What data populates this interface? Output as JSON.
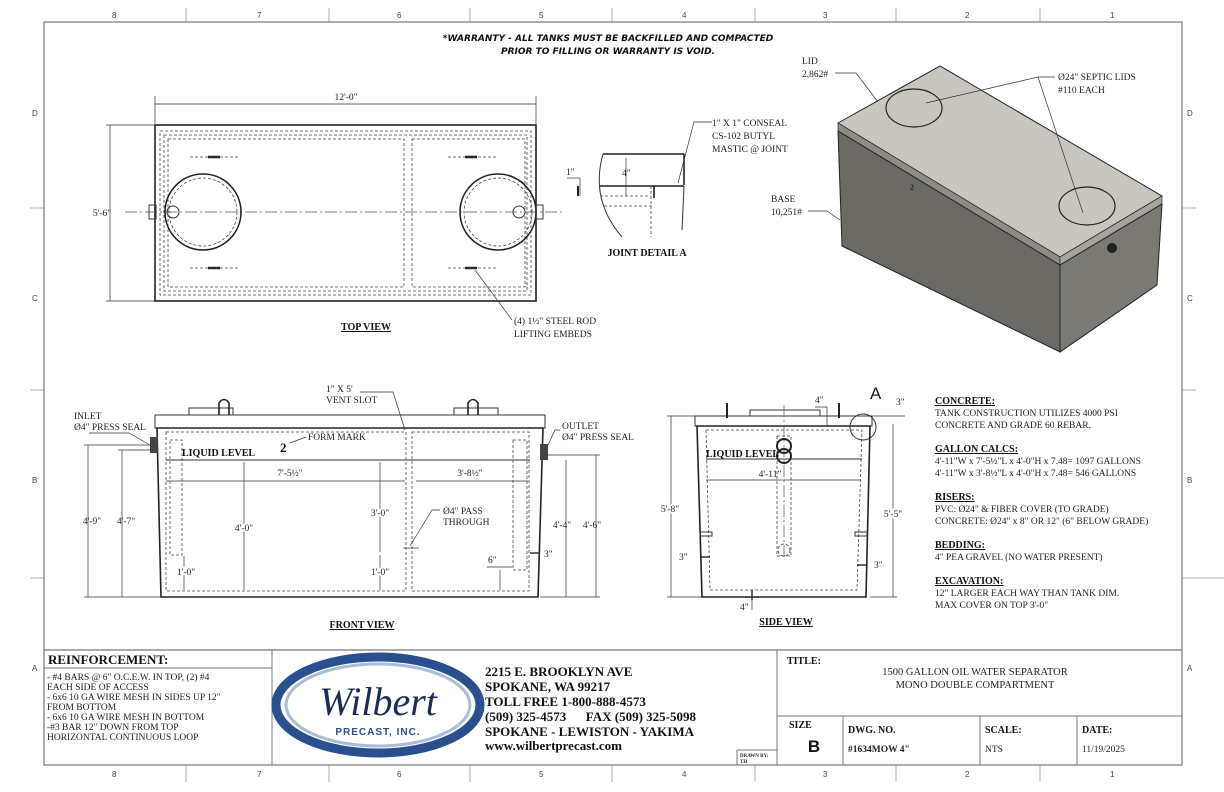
{
  "grid": {
    "columns": [
      "8",
      "7",
      "6",
      "5",
      "4",
      "3",
      "2",
      "1"
    ],
    "rows": [
      "D",
      "C",
      "B",
      "A"
    ]
  },
  "warranty": [
    "*WARRANTY - ALL TANKS MUST BE BACKFILLED AND COMPACTED",
    "PRIOR TO FILLING OR WARRANTY IS VOID."
  ],
  "top_view": {
    "label": "TOP VIEW",
    "length": "12'-0\"",
    "width": "5'-6\"",
    "embeds": [
      "(4) 1½\" STEEL ROD",
      "LIFTING EMBEDS"
    ]
  },
  "joint_detail": {
    "label": "JOINT DETAIL A",
    "dim_4": "4\"",
    "dim_1": "1\"",
    "callout": [
      "1\" X 1\" CONSEAL",
      "CS-102 BUTYL",
      "MASTIC @ JOINT"
    ]
  },
  "iso": {
    "lid": [
      "LID",
      "2,862#"
    ],
    "base": [
      "BASE",
      "10,251#"
    ],
    "septic": [
      "Ø24\" SEPTIC LIDS",
      "#110 EACH"
    ],
    "form_mark": "2"
  },
  "front_view": {
    "label": "FRONT VIEW",
    "vent": [
      "1\" X 5'",
      "VENT SLOT"
    ],
    "inlet": [
      "INLET",
      "Ø4\" PRESS SEAL"
    ],
    "outlet": [
      "OUTLET",
      "Ø4\" PRESS SEAL"
    ],
    "form_mark": "FORM MARK",
    "form_num": "2",
    "liquid": "LIQUID LEVEL",
    "dim_left_comp": "7'-5½\"",
    "dim_right_comp": "3'-8½\"",
    "pass": [
      "Ø4\" PASS",
      "THROUGH"
    ],
    "d_49": "4'-9\"",
    "d_47": "4'-7\"",
    "d_40": "4'-0\"",
    "d_30": "3'-0\"",
    "d_10a": "1'-0\"",
    "d_10b": "1'-0\"",
    "d_44": "4'-4\"",
    "d_46": "4'-6\"",
    "d_6": "6\"",
    "d_3": "3\""
  },
  "side_view": {
    "label": "SIDE VIEW",
    "detail_marker": "A",
    "liquid": "LIQUID LEVEL",
    "d_411": "4'-11\"",
    "d_58": "5'-8\"",
    "d_55": "5'-5\"",
    "d_4top": "4\"",
    "d_3top": "3\"",
    "d_3l": "3\"",
    "d_3r": "3\"",
    "d_4bot": "4\""
  },
  "notes": [
    {
      "heading": "CONCRETE:",
      "lines": [
        "TANK CONSTRUCTION UTILIZES 4000 PSI",
        "CONCRETE AND GRADE 60 REBAR."
      ]
    },
    {
      "heading": "GALLON CALCS:",
      "lines": [
        "4'-11\"W x 7'-5½\"L x 4'-0\"H x 7.48= 1097 GALLONS",
        "4'-11\"W x 3'-8½\"L x 4'-0\"H x 7.48= 546 GALLONS"
      ]
    },
    {
      "heading": "RISERS:",
      "lines": [
        "PVC: Ø24\" & FIBER COVER (TO GRADE)",
        "CONCRETE: Ø24\" x 8\" OR 12\" (6\" BELOW GRADE)"
      ]
    },
    {
      "heading": "BEDDING:",
      "lines": [
        "4\" PEA GRAVEL (NO WATER PRESENT)"
      ]
    },
    {
      "heading": "EXCAVATION:",
      "lines": [
        "12\" LARGER EACH WAY THAN TANK DIM.",
        "MAX COVER ON TOP 3'-0\""
      ]
    }
  ],
  "reinforcement": {
    "heading": "REINFORCEMENT:",
    "lines": [
      "- #4 BARS @ 6\" O.C.E.W. IN TOP, (2) #4",
      "EACH SIDE OF ACCESS",
      "- 6x6 10 GA WIRE MESH IN SIDES UP 12\"",
      "FROM BOTTOM",
      "- 6x6 10 GA WIRE MESH IN BOTTOM",
      "-#3 BAR 12\" DOWN FROM TOP",
      "HORIZONTAL CONTINUOUS LOOP"
    ]
  },
  "company": {
    "logo_name": "Wilbert",
    "logo_sub": "PRECAST, INC.",
    "lines": [
      "2215 E. BROOKLYN AVE",
      "SPOKANE, WA 99217",
      "TOLL FREE 1-800-888-4573",
      "(509) 325-4573      FAX (509) 325-5098",
      "SPOKANE - LEWISTON - YAKIMA",
      "www.wilbertprecast.com"
    ],
    "drawn_by_label": "DRAWN BY:",
    "drawn_by": "TH",
    "brand_color": "#1f3f7a"
  },
  "title_block": {
    "title_label": "TITLE:",
    "title": [
      "1500 GALLON OIL WATER SEPARATOR",
      "MONO DOUBLE COMPARTMENT"
    ],
    "size_label": "SIZE",
    "size": "B",
    "dwg_label": "DWG.  NO.",
    "dwg": "#1634MOW 4\"",
    "scale_label": "SCALE:",
    "scale": "NTS",
    "date_label": "DATE:",
    "date": "11/19/2025"
  }
}
